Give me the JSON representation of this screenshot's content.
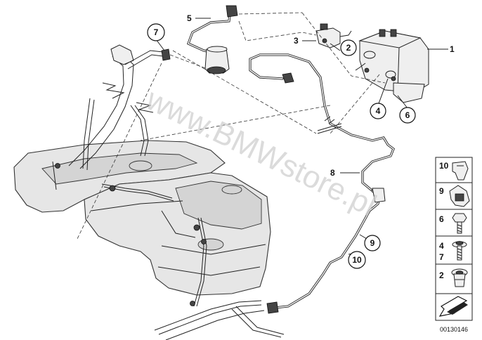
{
  "callouts": {
    "c1": "1",
    "c2": "2",
    "c3": "3",
    "c4": "4",
    "c5": "5",
    "c6": "6",
    "c7": "7",
    "c8": "8",
    "c9": "9",
    "c10": "10"
  },
  "legend": {
    "row1": "10",
    "row2": "9",
    "row3": "6",
    "row4a": "4",
    "row4b": "7",
    "row5": "2"
  },
  "watermark": "www.BMWstore.pl",
  "diagram_code": "00130146"
}
